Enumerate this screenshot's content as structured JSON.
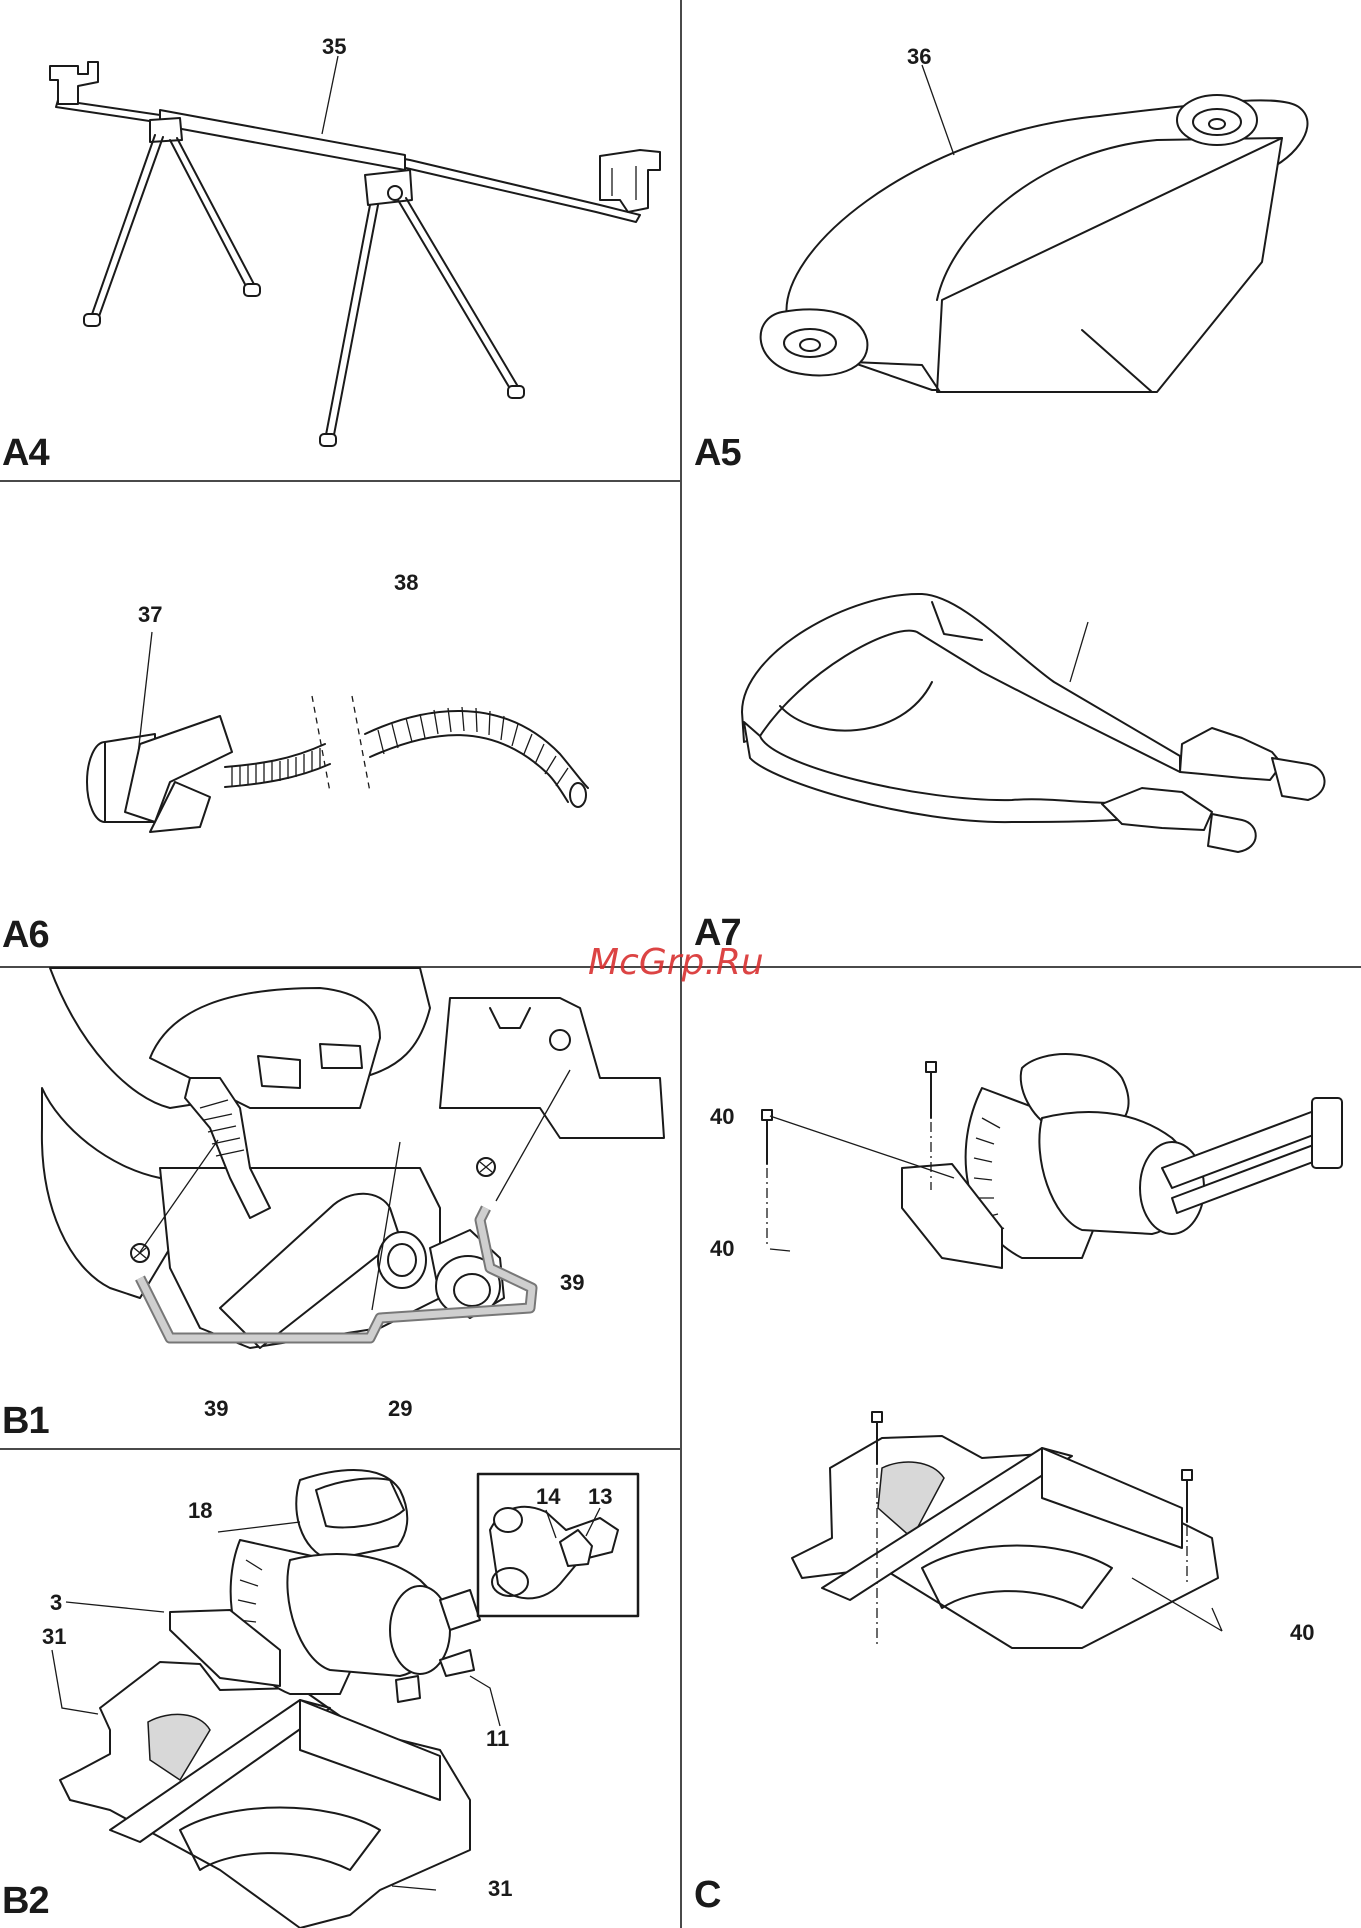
{
  "watermark": "McGrp.Ru",
  "panels": {
    "a4": {
      "label": "A4",
      "callouts": [
        "35"
      ]
    },
    "a5": {
      "label": "A5",
      "callouts": [
        "36"
      ]
    },
    "a6": {
      "label": "A6",
      "callouts": [
        "37"
      ]
    },
    "a7": {
      "label": "A7",
      "callouts": [
        "38"
      ]
    },
    "b1": {
      "label": "B1",
      "callouts": [
        "39",
        "39",
        "29"
      ]
    },
    "b2": {
      "label": "B2",
      "callouts": [
        "18",
        "3",
        "31",
        "11",
        "31",
        "14",
        "13"
      ]
    },
    "c": {
      "label": "C",
      "callouts": [
        "40",
        "40",
        "40"
      ]
    }
  }
}
